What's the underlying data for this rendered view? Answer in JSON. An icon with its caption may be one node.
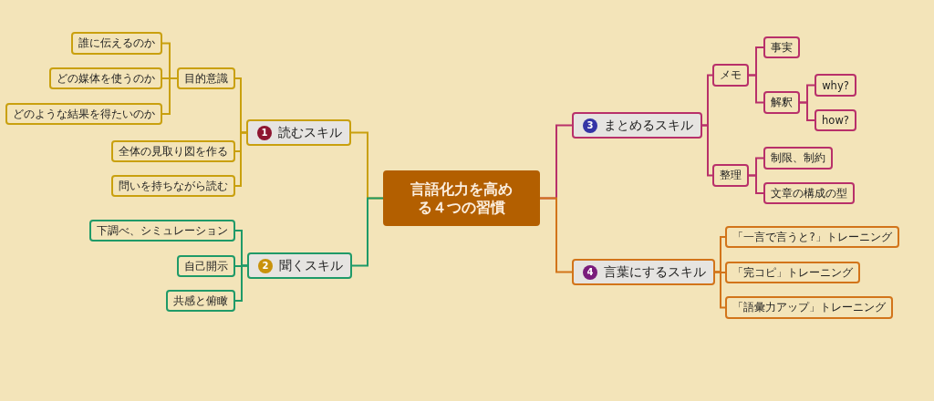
{
  "diagram": {
    "nodes": [
      {
        "text": [
          "言語化力を高める４つの習慣"
        ]
      },
      {
        "text": [
          "1",
          "読むスキル"
        ]
      },
      {
        "text": [
          "目的意識"
        ]
      },
      {
        "text": [
          "誰に伝えるのか"
        ]
      },
      {
        "text": [
          "どの媒体を使うのか"
        ]
      },
      {
        "text": [
          "どのような結果を得たいのか"
        ]
      },
      {
        "text": [
          "全体の見取り図を作る"
        ]
      },
      {
        "text": [
          "問いを持ちながら読む"
        ]
      },
      {
        "text": [
          "2",
          "聞くスキル"
        ]
      },
      {
        "text": [
          "下調べ、シミュレーション"
        ]
      },
      {
        "text": [
          "自己開示"
        ]
      },
      {
        "text": [
          "共感と俯瞰"
        ]
      },
      {
        "text": [
          "3",
          "まとめるスキル"
        ]
      },
      {
        "text": [
          "メモ"
        ]
      },
      {
        "text": [
          "事実"
        ]
      },
      {
        "text": [
          "解釈"
        ]
      },
      {
        "text": [
          "why?"
        ]
      },
      {
        "text": [
          "how?"
        ]
      },
      {
        "text": [
          "整理"
        ]
      },
      {
        "text": [
          "制限、制約"
        ]
      },
      {
        "text": [
          "文章の構成の型"
        ]
      },
      {
        "text": [
          "4",
          "言葉にするスキル"
        ]
      },
      {
        "text": [
          "「一言で言うと?」トレーニング"
        ]
      },
      {
        "text": [
          "「完コピ」トレーニング"
        ]
      },
      {
        "text": [
          "「語彙力アップ」トレーニング"
        ]
      }
    ],
    "edges": [
      {
        "from": 0,
        "to": 1,
        "arrow": "none",
        "color": "#c9a00e"
      },
      {
        "from": 1,
        "to": 2,
        "arrow": "none",
        "color": "#c9a00e"
      },
      {
        "from": 2,
        "to": 3,
        "arrow": "none",
        "color": "#c9a00e"
      },
      {
        "from": 2,
        "to": 4,
        "arrow": "none",
        "color": "#c9a00e"
      },
      {
        "from": 2,
        "to": 5,
        "arrow": "none",
        "color": "#c9a00e"
      },
      {
        "from": 1,
        "to": 6,
        "arrow": "none",
        "color": "#c9a00e"
      },
      {
        "from": 1,
        "to": 7,
        "arrow": "none",
        "color": "#c9a00e"
      },
      {
        "from": 0,
        "to": 8,
        "arrow": "none",
        "color": "#1f9a68"
      },
      {
        "from": 8,
        "to": 9,
        "arrow": "none",
        "color": "#1f9a68"
      },
      {
        "from": 8,
        "to": 10,
        "arrow": "none",
        "color": "#1f9a68"
      },
      {
        "from": 8,
        "to": 11,
        "arrow": "none",
        "color": "#1f9a68"
      },
      {
        "from": 0,
        "to": 12,
        "arrow": "none"
      },
      {
        "from": 12,
        "to": 13,
        "arrow": "none"
      },
      {
        "from": 13,
        "to": 14,
        "arrow": "none"
      },
      {
        "from": 13,
        "to": 15,
        "arrow": "none"
      },
      {
        "from": 15,
        "to": 16,
        "arrow": "none"
      },
      {
        "from": 15,
        "to": 17,
        "arrow": "none"
      },
      {
        "from": 12,
        "to": 18,
        "arrow": "none"
      },
      {
        "from": 18,
        "to": 19,
        "arrow": "none"
      },
      {
        "from": 18,
        "to": 20,
        "arrow": "none"
      },
      {
        "from": 0,
        "to": 21,
        "arrow": "none",
        "color": "#d2741a"
      },
      {
        "from": 21,
        "to": 22,
        "arrow": "none",
        "color": "#d2741a"
      },
      {
        "from": 21,
        "to": 23,
        "arrow": "none",
        "color": "#d2741a"
      },
      {
        "from": 21,
        "to": 24,
        "arrow": "none",
        "color": "#d2741a"
      }
    ]
  }
}
